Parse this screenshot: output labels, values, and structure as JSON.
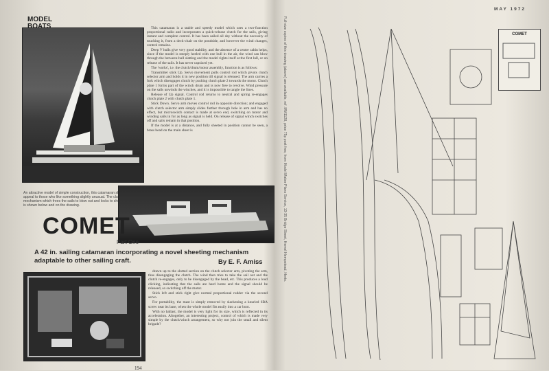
{
  "left_page": {
    "header": [
      "MODEL",
      "BOATS"
    ],
    "title": "COMET",
    "subtitle": "Part One",
    "tagline": "A 42 in. sailing catamaran incorporating a novel sheeting mechanism adaptable to other sailing craft.",
    "byline": "By E. F. Amiss",
    "caption": "An attractive model of simple construction, this catamaran should appeal to those who like something slightly unusual. The clutch mechanism which frees the sails to blow out and locks to sheet is is shown below and on the drawing.",
    "page_number": "194",
    "column_top": [
      "This catamaran is a stable and speedy model which uses a two-function proportional radio and incorporates a quick-release clutch for the sails, giving instant and complete control. It has been sailed all day without the necessity of touching it, from a deck-chair on the pondside, and however the wind changes, control remains.",
      "Deep V hulls give very good stability, and the absence of a centre cabin helps, since if the model is steeply heeled with one hull in the air, the wind can blow through the between-hull slatting and the model rights itself at the first lull, or on release of the sails. It has never capsized yet.",
      "The 'works', i.e. the clutch/drum/motor assembly, function is as follows:",
      "Transmitter stick Up. Servo movement pulls control rod which pivots clutch selector arm and holds it in new position till signal is released. The arm carries a fork which disengages clutch by pushing clutch plate 2 towards the motor. Clutch plate 1 forms part of the winch drum and is now free to revolve. Wind pressure on the sails unwinds the winches, and it is impossible to tangle the lines.",
      "Release of Up signal. Control rod returns to neutral and spring re-engages clutch plate 2 with clutch plate 1.",
      "Stick Down. Servo arm moves control rod in opposite direction; and engaged with clutch selector arm simply slides further through hole in arm and has no effect, but microswitch contact is made at servo end, switching on motor and winding sails in for as long as signal is held. On release of signal winch switches off and sails remain in that position.",
      "If the model is at a distance, and fully sheeted in position cannot be seen, a brass bead on the main sheet is"
    ],
    "column_bottom": [
      "drawn up to the slotted section on the clutch selector arm, pivoting the arm, thus disengaging the clutch. The wind then tries to take the sail out and the clutch re-engages, only to be disengaged by the bead, etc. This produces a loud clicking, indicating that the sails are hard home and the signal should be released, so switching off the motor.",
      "Stick left and stick right give normal proportional rudder via the second servo.",
      "For portability, the mast is simply removed by slackening a knurled 6BA screw near its base, when the whole model fits easily into a car boot.",
      "With no ballast, the model is very light for its size, which is reflected in its acceleration. Altogether, an interesting project, control of which is made very simple by the clutch/winch arrangement, so why not join the small and silent brigade?"
    ]
  },
  "right_page": {
    "date": "MAY 1972",
    "side_note": "Full-size copies of this drawing (above) are available, ref. MM1128, price 75p post free, from Model Maker Plans Service, 13-35 Bridge Street, Hemel Hempstead, Herts.",
    "title_block": "COMET"
  }
}
